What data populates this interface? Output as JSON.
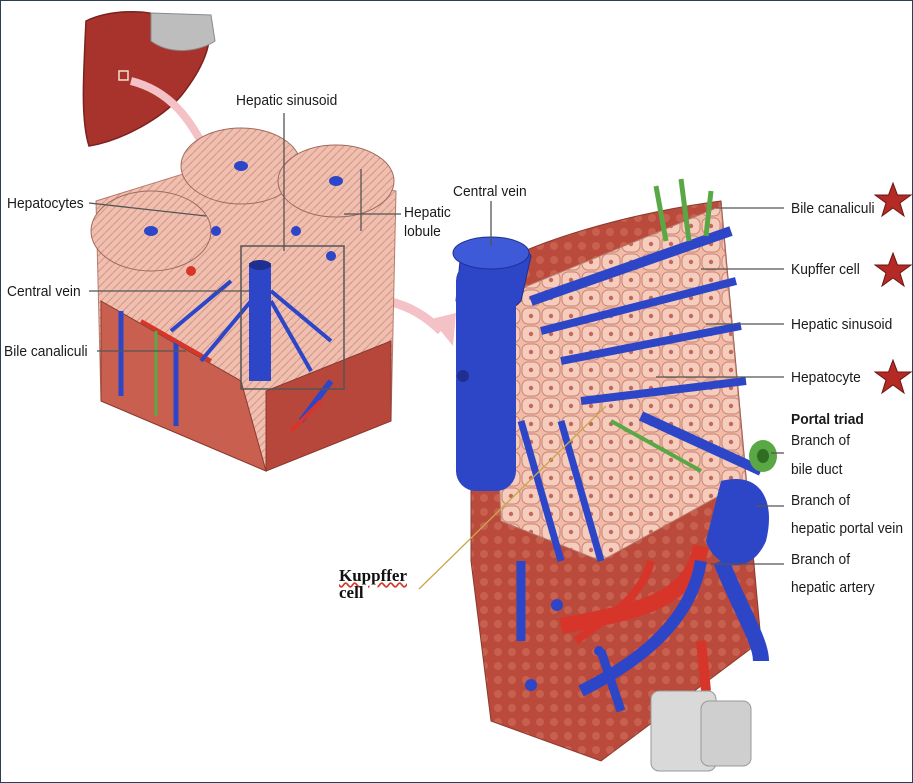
{
  "labels": {
    "hepatic_sinusoid_top": "Hepatic sinusoid",
    "hepatocytes": "Hepatocytes",
    "hepatic": "Hepatic",
    "lobule": "lobule",
    "central_vein_left": "Central vein",
    "bile_canaliculi_left": "Bile canaliculi",
    "central_vein_center": "Central vein",
    "bile_canaliculi_right": "Bile canaliculi",
    "kupffer_cell_right": "Kupffer cell",
    "hepatic_sinusoid_right": "Hepatic sinusoid",
    "hepatocyte_right": "Hepatocyte",
    "portal_triad": "Portal triad",
    "branch_of_1": "Branch of",
    "bile_duct": "bile duct",
    "branch_of_2": "Branch of",
    "hepatic_portal_vein": "hepatic portal vein",
    "branch_of_3": "Branch of",
    "hepatic_artery": "hepatic artery"
  },
  "annotation": {
    "line1": "Kuppffer",
    "line2": "cell"
  },
  "colors": {
    "vein_blue": "#2d46c8",
    "artery_red": "#d8352a",
    "bile_green": "#5aa845",
    "tissue_pink": "#f0b7a4",
    "liver_brown": "#a8322c",
    "star_red": "#b42a25",
    "arrow_pink": "#f3c1c6"
  },
  "icons": [
    "star-icon"
  ]
}
